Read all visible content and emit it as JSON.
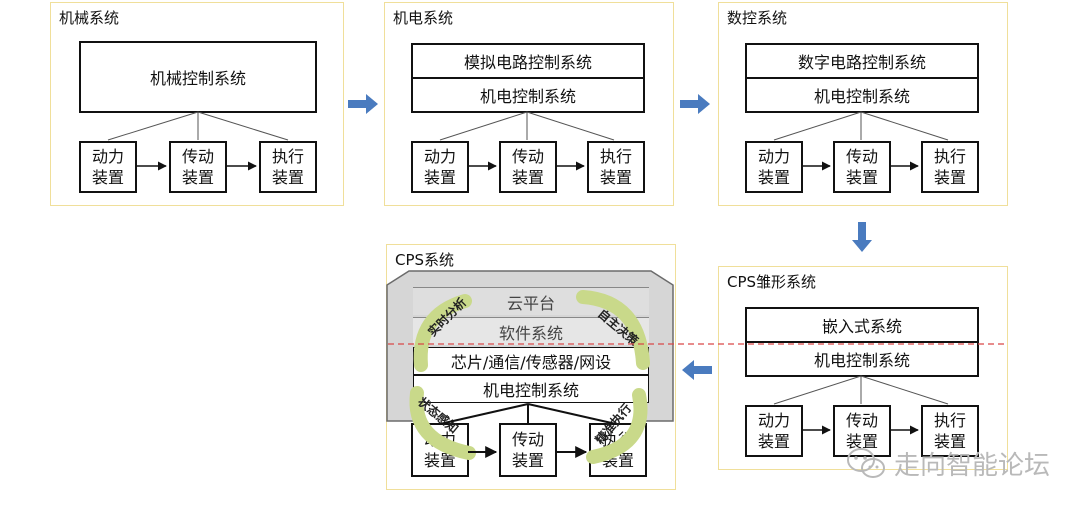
{
  "panels": {
    "mechanical": {
      "title": "机械系统",
      "control": "机械控制系统",
      "power": [
        "动力",
        "装置"
      ],
      "transmission": [
        "传动",
        "装置"
      ],
      "actuator": [
        "执行",
        "装置"
      ]
    },
    "electromechanical": {
      "title": "机电系统",
      "top_control": "模拟电路控制系统",
      "mid_control": "机电控制系统",
      "power": [
        "动力",
        "装置"
      ],
      "transmission": [
        "传动",
        "装置"
      ],
      "actuator": [
        "执行",
        "装置"
      ]
    },
    "cnc": {
      "title": "数控系统",
      "top_control": "数字电路控制系统",
      "mid_control": "机电控制系统",
      "power": [
        "动力",
        "装置"
      ],
      "transmission": [
        "传动",
        "装置"
      ],
      "actuator": [
        "执行",
        "装置"
      ]
    },
    "cps_prototype": {
      "title": "CPS雏形系统",
      "top_control": "嵌入式系统",
      "mid_control": "机电控制系统",
      "power": [
        "动力",
        "装置"
      ],
      "transmission": [
        "传动",
        "装置"
      ],
      "actuator": [
        "执行",
        "装置"
      ]
    },
    "cps": {
      "title": "CPS系统",
      "cloud": "云平台",
      "software": "软件系统",
      "chips": "芯片/通信/传感器/网设",
      "mid_control": "机电控制系统",
      "power": [
        "动力",
        "装置"
      ],
      "transmission": [
        "传动",
        "装置"
      ],
      "actuator": [
        "执行",
        "装置"
      ],
      "cycle_labels": {
        "analysis": "实时分析",
        "decision": "自主决策",
        "perception": "状态感知",
        "execution": "精准执行"
      }
    }
  },
  "footer": {
    "brand": "走向智能论坛"
  },
  "colors": {
    "panel_border": "#f0df9a",
    "flow_arrow": "#4a7bbf",
    "cps_gray": "#d9d9d9",
    "cycle_green": "#c9d98a",
    "dashed_red": "#d94848"
  }
}
